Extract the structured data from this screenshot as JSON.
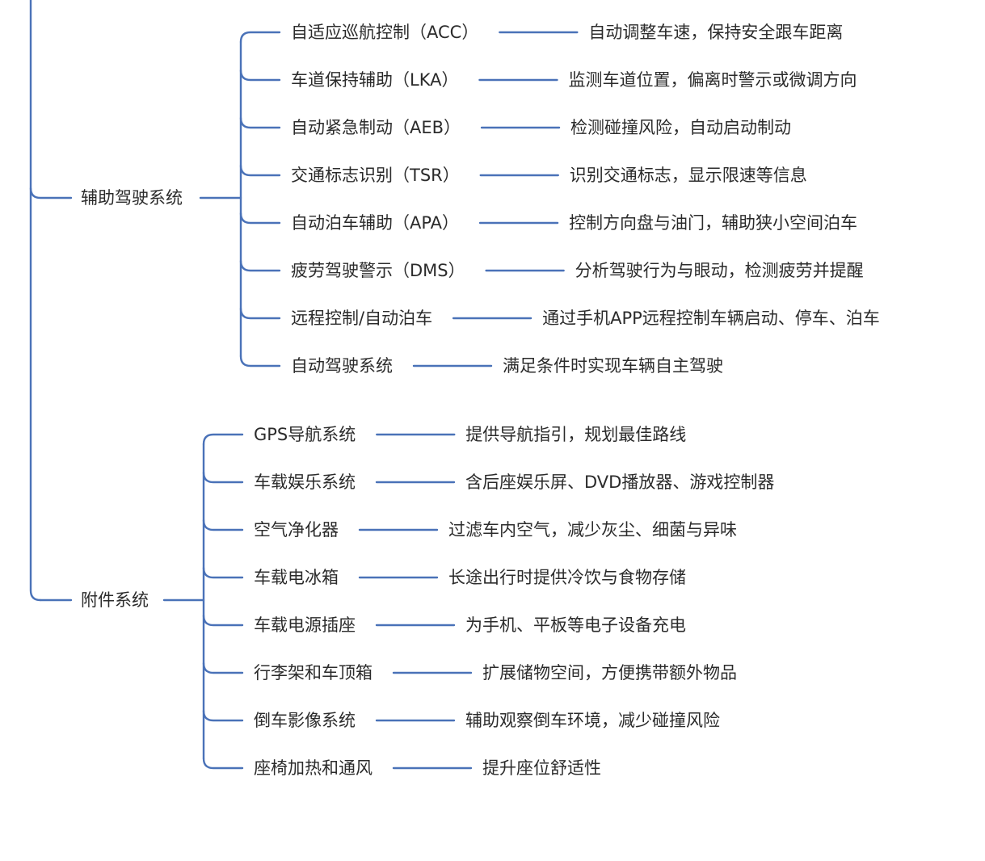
{
  "line_color": "#4a72b8",
  "groups": [
    {
      "label": "辅助驾驶系统",
      "items": [
        {
          "name": "自适应巡航控制（ACC）",
          "desc": "自动调整车速，保持安全跟车距离"
        },
        {
          "name": "车道保持辅助（LKA）",
          "desc": "监测车道位置，偏离时警示或微调方向"
        },
        {
          "name": "自动紧急制动（AEB）",
          "desc": "检测碰撞风险，自动启动制动"
        },
        {
          "name": "交通标志识别（TSR）",
          "desc": "识别交通标志，显示限速等信息"
        },
        {
          "name": "自动泊车辅助（APA）",
          "desc": "控制方向盘与油门，辅助狭小空间泊车"
        },
        {
          "name": "疲劳驾驶警示（DMS）",
          "desc": "分析驾驶行为与眼动，检测疲劳并提醒"
        },
        {
          "name": "远程控制/自动泊车",
          "desc": "通过手机APP远程控制车辆启动、停车、泊车"
        },
        {
          "name": "自动驾驶系统",
          "desc": "满足条件时实现车辆自主驾驶"
        }
      ]
    },
    {
      "label": "附件系统",
      "items": [
        {
          "name": "GPS导航系统",
          "desc": "提供导航指引，规划最佳路线"
        },
        {
          "name": "车载娱乐系统",
          "desc": "含后座娱乐屏、DVD播放器、游戏控制器"
        },
        {
          "name": "空气净化器",
          "desc": "过滤车内空气，减少灰尘、细菌与异味"
        },
        {
          "name": "车载电冰箱",
          "desc": "长途出行时提供冷饮与食物存储"
        },
        {
          "name": "车载电源插座",
          "desc": "为手机、平板等电子设备充电"
        },
        {
          "name": "行李架和车顶箱",
          "desc": "扩展储物空间，方便携带额外物品"
        },
        {
          "name": "倒车影像系统",
          "desc": "辅助观察倒车环境，减少碰撞风险"
        },
        {
          "name": "座椅加热和通风",
          "desc": "提升座位舒适性"
        }
      ]
    }
  ]
}
